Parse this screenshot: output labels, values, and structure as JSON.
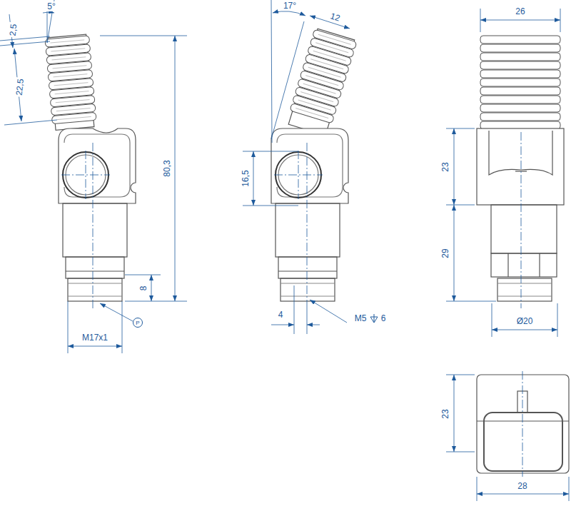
{
  "diagram": {
    "nodes": [
      {
        "text": [
          "P"
        ]
      }
    ],
    "labels": [
      "5°",
      "2,5",
      "22,5",
      "80,3",
      "8",
      "M17x1",
      "17°",
      "12",
      "16,5",
      "4",
      "M5",
      "6",
      "26",
      "23",
      "29",
      "Ø20",
      "23",
      "28"
    ]
  }
}
